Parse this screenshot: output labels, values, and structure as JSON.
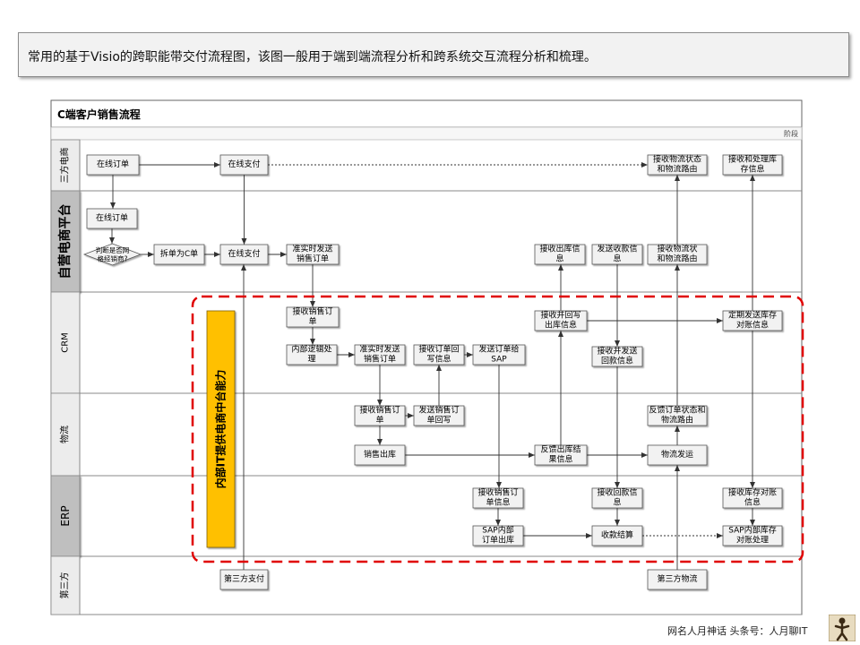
{
  "caption": "常用的基于Visio的跨职能带交付流程图，该图一般用于端到端流程分析和跨系统交互流程分析和梳理。",
  "diagram": {
    "title": "C端客户销售流程",
    "phase_label": "阶段",
    "lanes": [
      {
        "id": "third_ec",
        "label": "三方电商"
      },
      {
        "id": "own_ec",
        "label": "自营电商平台"
      },
      {
        "id": "crm",
        "label": "CRM"
      },
      {
        "id": "logistics",
        "label": "物流"
      },
      {
        "id": "erp",
        "label": "ERP"
      },
      {
        "id": "third_party",
        "label": "第三方"
      }
    ],
    "vertical_banner": "内部IT提供电商中台能力",
    "nodes": [
      {
        "id": "n1",
        "text": [
          "在线订单"
        ]
      },
      {
        "id": "n2",
        "text": [
          "在线支付"
        ]
      },
      {
        "id": "n3",
        "text": [
          "接收物流状态",
          "和物流路由"
        ]
      },
      {
        "id": "n4",
        "text": [
          "接收和处理库",
          "存信息"
        ]
      },
      {
        "id": "n5",
        "text": [
          "在线订单"
        ]
      },
      {
        "id": "d1",
        "text": [
          "判断是否网",
          "格经销商?"
        ]
      },
      {
        "id": "n6",
        "text": [
          "拆单为C单"
        ]
      },
      {
        "id": "n7",
        "text": [
          "在线支付"
        ]
      },
      {
        "id": "n8",
        "text": [
          "准实时发送",
          "销售订单"
        ]
      },
      {
        "id": "n9",
        "text": [
          "接收出库信",
          "息"
        ]
      },
      {
        "id": "n10",
        "text": [
          "发送收款信",
          "息"
        ]
      },
      {
        "id": "n11",
        "text": [
          "接收物流状",
          "和物流路由"
        ]
      },
      {
        "id": "n12",
        "text": [
          "接收销售订",
          "单"
        ]
      },
      {
        "id": "n13",
        "text": [
          "内部逻辑处",
          "理"
        ]
      },
      {
        "id": "n14",
        "text": [
          "准实时发送",
          "销售订单"
        ]
      },
      {
        "id": "n15",
        "text": [
          "接收订单回",
          "写信息"
        ]
      },
      {
        "id": "n16",
        "text": [
          "发送订单给",
          "SAP"
        ]
      },
      {
        "id": "n17",
        "text": [
          "接收并回写",
          "出库信息"
        ]
      },
      {
        "id": "n18",
        "text": [
          "接收并发送",
          "回款信息"
        ]
      },
      {
        "id": "n19",
        "text": [
          "定期发送库存",
          "对账信息"
        ]
      },
      {
        "id": "n20",
        "text": [
          "接收销售订",
          "单"
        ]
      },
      {
        "id": "n21",
        "text": [
          "发送销售订",
          "单回写"
        ]
      },
      {
        "id": "n22",
        "text": [
          "反馈订单状态和",
          "物流路由"
        ]
      },
      {
        "id": "n23",
        "text": [
          "销售出库"
        ]
      },
      {
        "id": "n24",
        "text": [
          "反馈出库结",
          "果信息"
        ]
      },
      {
        "id": "n25",
        "text": [
          "物流发运"
        ]
      },
      {
        "id": "n26",
        "text": [
          "接收销售订",
          "单信息"
        ]
      },
      {
        "id": "n27",
        "text": [
          "接收回款信",
          "息"
        ]
      },
      {
        "id": "n28",
        "text": [
          "接收库存对账",
          "信息"
        ]
      },
      {
        "id": "n29",
        "text": [
          "SAP内部",
          "订单出库"
        ]
      },
      {
        "id": "n30",
        "text": [
          "收款结算"
        ]
      },
      {
        "id": "n31",
        "text": [
          "SAP内部库存",
          "对账处理"
        ]
      },
      {
        "id": "n32",
        "text": [
          "第三方支付"
        ]
      },
      {
        "id": "n33",
        "text": [
          "第三方物流"
        ]
      }
    ]
  },
  "footer": {
    "text": "网名人月神话 头条号：人月聊IT",
    "logo_icon": "thinking-man-logo"
  },
  "colors": {
    "banner_fill": "#ffc000",
    "dashed_border": "#e00000",
    "node_fill": "#f2f2f2",
    "lane_header_fill": "#d9d9d9",
    "lane_header_highlight": "#bfbfbf"
  }
}
